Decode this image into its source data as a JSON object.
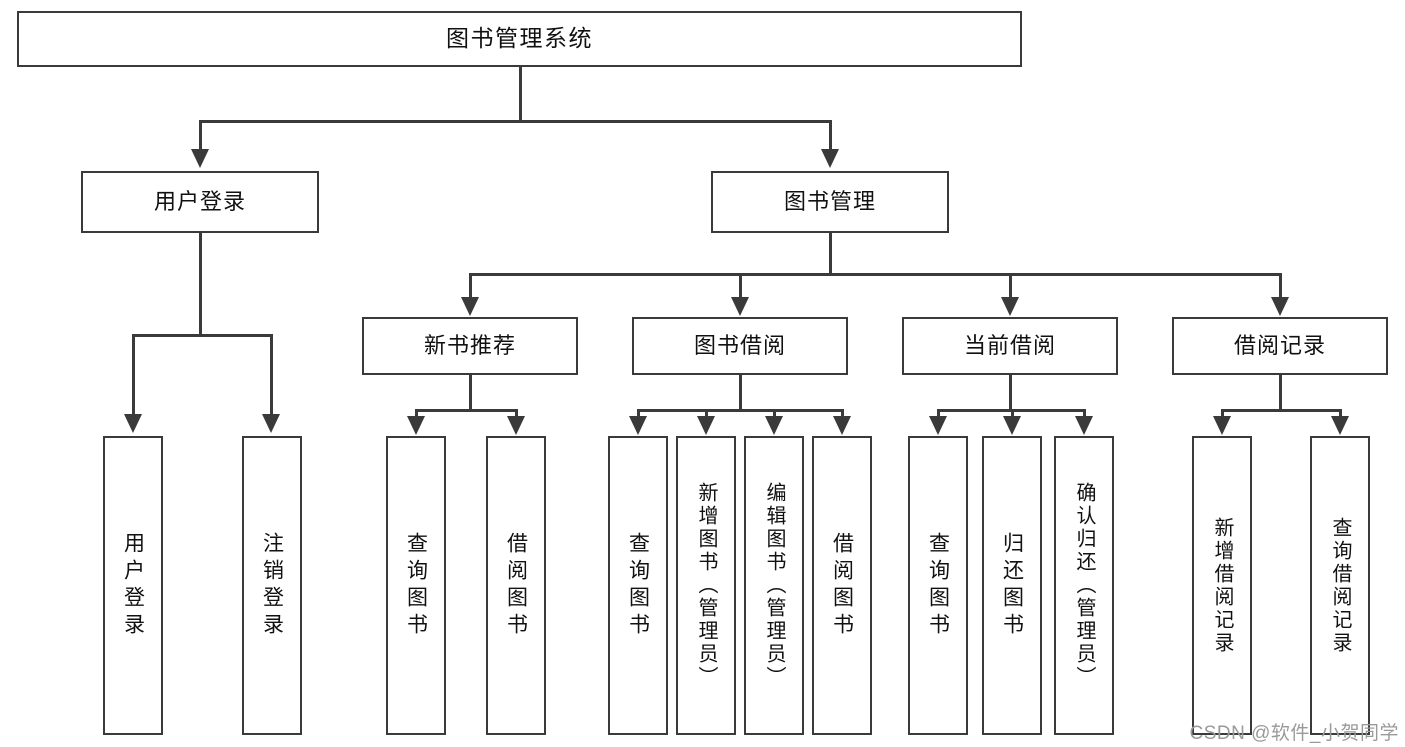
{
  "diagram": {
    "title": "图书管理系统",
    "type": "functional-decomposition-tree",
    "root": {
      "id": "root",
      "label": "图书管理系统"
    },
    "level2": [
      {
        "id": "user-login",
        "label": "用户登录"
      },
      {
        "id": "book-manage",
        "label": "图书管理"
      }
    ],
    "level3": [
      {
        "id": "new-book-recommend",
        "label": "新书推荐"
      },
      {
        "id": "book-borrow",
        "label": "图书借阅"
      },
      {
        "id": "current-borrow",
        "label": "当前借阅"
      },
      {
        "id": "borrow-record",
        "label": "借阅记录"
      }
    ],
    "leaves": {
      "user_login": [
        {
          "id": "leaf-user-login",
          "label": "用户登录"
        },
        {
          "id": "leaf-user-logout",
          "label": "注销登录"
        }
      ],
      "new_book_recommend": [
        {
          "id": "leaf-query-book-1",
          "label": "查询图书"
        },
        {
          "id": "leaf-borrow-book-1",
          "label": "借阅图书"
        }
      ],
      "book_borrow": [
        {
          "id": "leaf-query-book-2",
          "label": "查询图书"
        },
        {
          "id": "leaf-add-book",
          "label": "新增图书（管理员）"
        },
        {
          "id": "leaf-edit-book",
          "label": "编辑图书（管理员）"
        },
        {
          "id": "leaf-borrow-book-2",
          "label": "借阅图书"
        }
      ],
      "current_borrow": [
        {
          "id": "leaf-query-book-3",
          "label": "查询图书"
        },
        {
          "id": "leaf-return-book",
          "label": "归还图书"
        },
        {
          "id": "leaf-confirm-return",
          "label": "确认归还（管理员）"
        }
      ],
      "borrow_record": [
        {
          "id": "leaf-add-record",
          "label": "新增借阅记录"
        },
        {
          "id": "leaf-query-record",
          "label": "查询借阅记录"
        }
      ]
    }
  },
  "watermark": {
    "text": "CSDN @软件_小贺同学"
  },
  "colors": {
    "stroke": "#3a3a3a",
    "background": "#ffffff",
    "text": "#111111",
    "watermark": "#9a9a9a"
  }
}
